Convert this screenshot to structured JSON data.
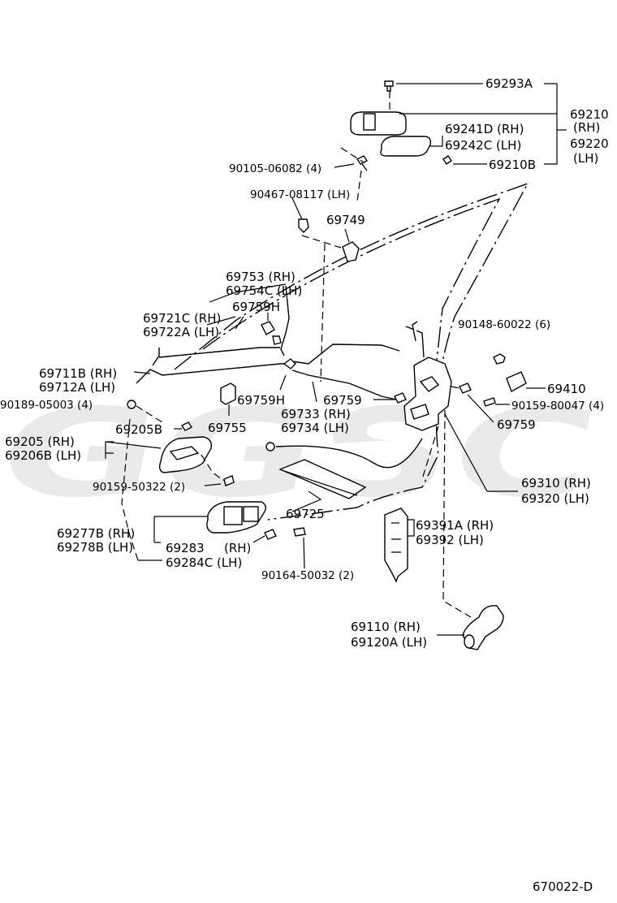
{
  "watermark": {
    "text": "GGSC",
    "color": "#d9d9d9"
  },
  "diagram_code": "670022-D",
  "labels": {
    "p69293A": "69293A",
    "p69210": "69210",
    "p69210_rh": "(RH)",
    "p69220": "69220",
    "p69220_lh": "(LH)",
    "p69241D": "69241D (RH)",
    "p69242C": "69242C (LH)",
    "p69210B": "69210B",
    "p90105": "90105-06082 (4)",
    "p90467": "90467-08117 (LH)",
    "p69749": "69749",
    "p69753": "69753  (RH)",
    "p69754C": "69754C (LH)",
    "p69759H_a": "69759H",
    "p69721C": "69721C (RH)",
    "p69722A": "69722A (LH)",
    "p90148": "90148-60022 (6)",
    "p69711B": "69711B (RH)",
    "p69712A": "69712A (LH)",
    "p69410": "69410",
    "p90189": "90189-05003 (4)",
    "p69759H_b": "69759H",
    "p69759_a": "69759",
    "p90159_80047": "90159-80047 (4)",
    "p69733": "69733 (RH)",
    "p69734": "69734 (LH)",
    "p69205B": "69205B",
    "p69755": "69755",
    "p69759_b": "69759",
    "p69205": "69205  (RH)",
    "p69206B": "69206B (LH)",
    "p90159_50322": "90159-50322 (2)",
    "p69310": "69310 (RH)",
    "p69320": "69320 (LH)",
    "p69725": "69725",
    "p69277B": "69277B (RH)",
    "p69278B": "69278B (LH)",
    "p69283": "69283",
    "p69283_rh": "(RH)",
    "p69284C": "69284C (LH)",
    "p69391A": "69391A (RH)",
    "p69392": "69392  (LH)",
    "p90164": "90164-50032 (2)",
    "p69110": "69110 (RH)",
    "p69120A": "69120A (LH)"
  }
}
